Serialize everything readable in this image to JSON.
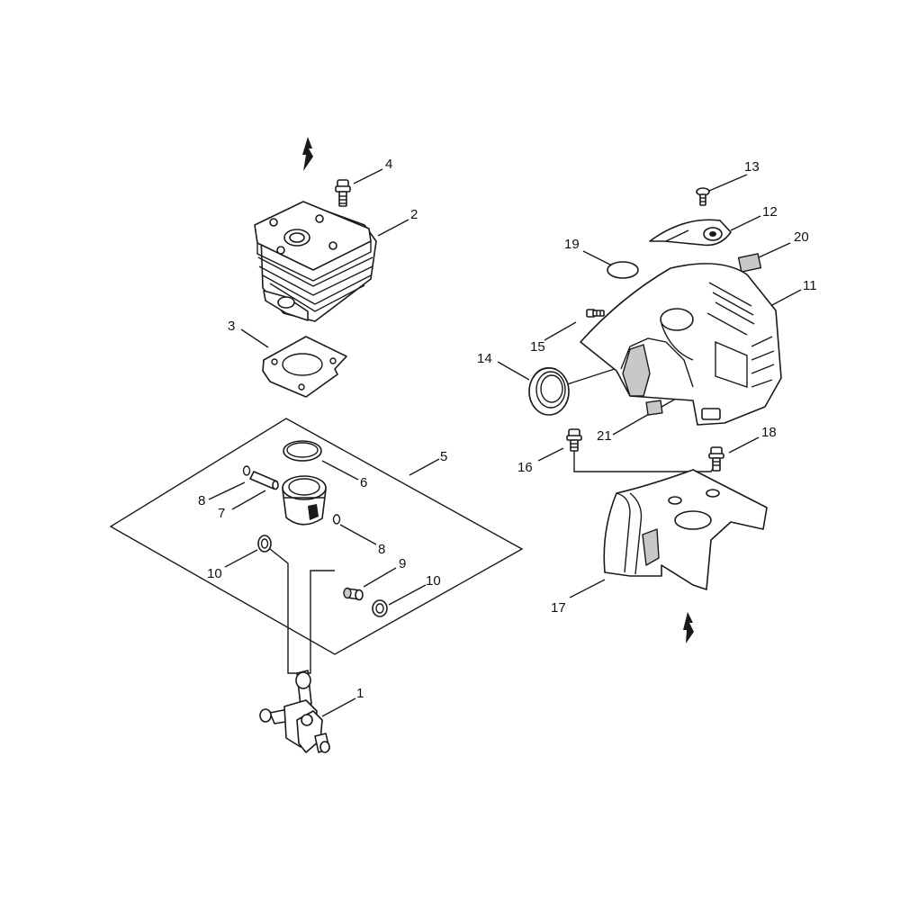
{
  "callouts": [
    {
      "key": "c1",
      "text": "1"
    },
    {
      "key": "c2",
      "text": "2"
    },
    {
      "key": "c3",
      "text": "3"
    },
    {
      "key": "c4",
      "text": "4"
    },
    {
      "key": "c5",
      "text": "5"
    },
    {
      "key": "c6",
      "text": "6"
    },
    {
      "key": "c7",
      "text": "7"
    },
    {
      "key": "c8a",
      "text": "8"
    },
    {
      "key": "c8b",
      "text": "8"
    },
    {
      "key": "c9",
      "text": "9"
    },
    {
      "key": "c10a",
      "text": "10"
    },
    {
      "key": "c10b",
      "text": "10"
    },
    {
      "key": "c11",
      "text": "11"
    },
    {
      "key": "c12",
      "text": "12"
    },
    {
      "key": "c13",
      "text": "13"
    },
    {
      "key": "c14",
      "text": "14"
    },
    {
      "key": "c15",
      "text": "15"
    },
    {
      "key": "c16",
      "text": "16"
    },
    {
      "key": "c17",
      "text": "17"
    },
    {
      "key": "c18",
      "text": "18"
    },
    {
      "key": "c19",
      "text": "19"
    },
    {
      "key": "c20",
      "text": "20"
    },
    {
      "key": "c21",
      "text": "21"
    }
  ],
  "parts": {
    "crankshaft": "crankshaft",
    "cylinder": "cylinder",
    "gasket": "cylinder-gasket",
    "bolt4": "bolt",
    "piston": "piston",
    "piston_ring": "piston-ring",
    "piston_pin": "piston-pin",
    "circlip": "circlip",
    "needle_bearing": "needle-bearing",
    "washer": "washer",
    "cylinder_cover": "cylinder-cover",
    "cover_plate": "cover-plate",
    "screw13": "screw",
    "grommet": "grommet",
    "screw15": "screw",
    "bolt16": "bolt",
    "heat_shield": "heat-shield",
    "bolt18": "bolt",
    "seal19": "seal",
    "label20": "label",
    "pad21": "pad"
  },
  "icons": {
    "arrow_top": "lightning-arrow-icon",
    "arrow_bottom": "lightning-arrow-icon"
  }
}
